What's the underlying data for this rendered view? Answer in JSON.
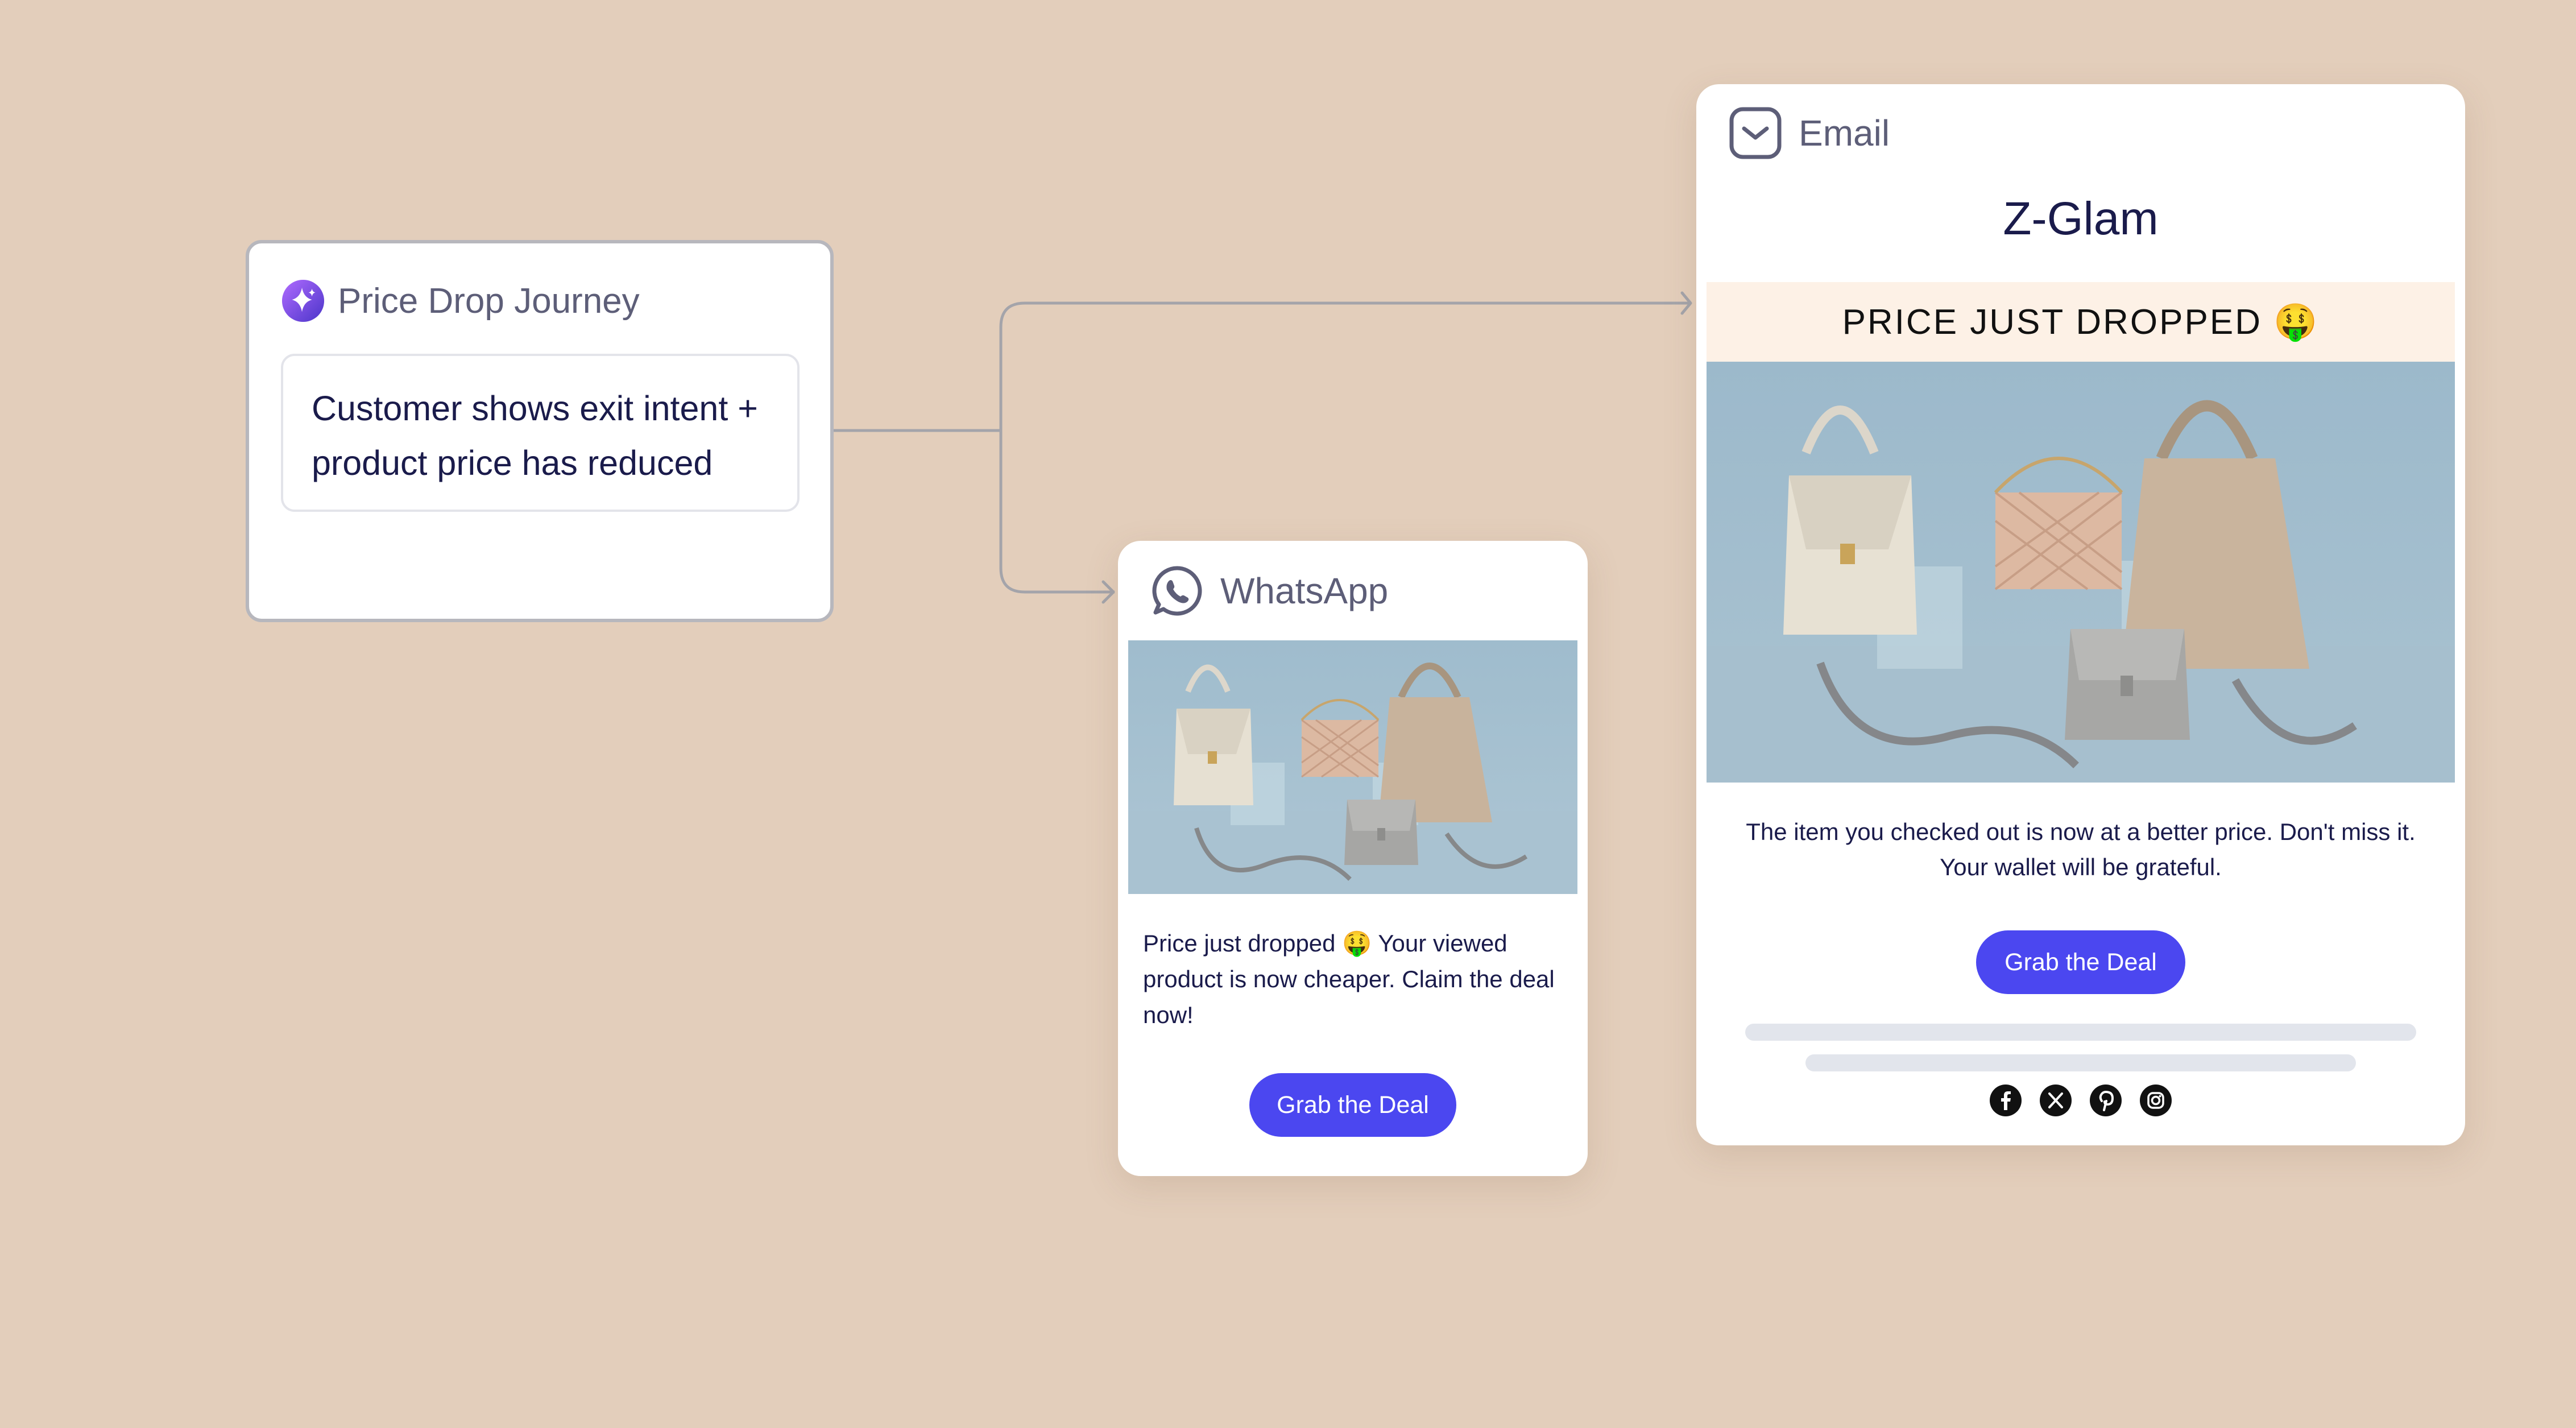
{
  "journey": {
    "title": "Price Drop Journey",
    "icon": "sparkle-icon",
    "trigger_text": "Customer shows exit intent + product price has reduced"
  },
  "whatsapp": {
    "label": "WhatsApp",
    "icon": "whatsapp-icon",
    "message": "Price just dropped 🤑 Your viewed product is now cheaper. Claim the deal now!",
    "button_label": "Grab the Deal"
  },
  "email": {
    "label": "Email",
    "icon": "mail-icon",
    "brand": "Z-Glam",
    "banner": "PRICE JUST DROPPED 🤑",
    "body": "The item you checked out is now at a better price. Don't miss it. Your wallet will be grateful.",
    "button_label": "Grab the Deal",
    "social_icons": [
      "facebook-icon",
      "x-icon",
      "pinterest-icon",
      "instagram-icon"
    ]
  },
  "colors": {
    "background": "#e3cebb",
    "accent": "#4b47f0",
    "text_dark": "#1a1b4b",
    "label_gray": "#5d5e78",
    "banner_bg": "#fdf1e6"
  }
}
